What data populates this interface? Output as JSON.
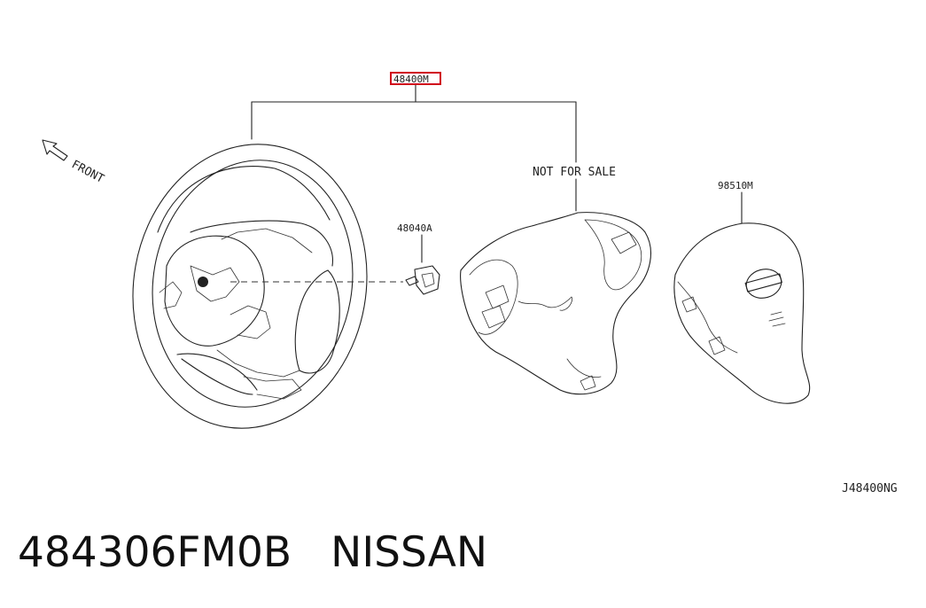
{
  "parts": {
    "assembly_code": "48400M",
    "highlight_color": "#d0021b",
    "not_for_sale": "NOT FOR SALE",
    "bolt_code": "48040A",
    "airbag_code": "98510M",
    "front_label": "FRONT",
    "drawing_ref": "J48400NG"
  },
  "caption": {
    "part_number": "484306FM0B",
    "brand": "NISSAN"
  }
}
